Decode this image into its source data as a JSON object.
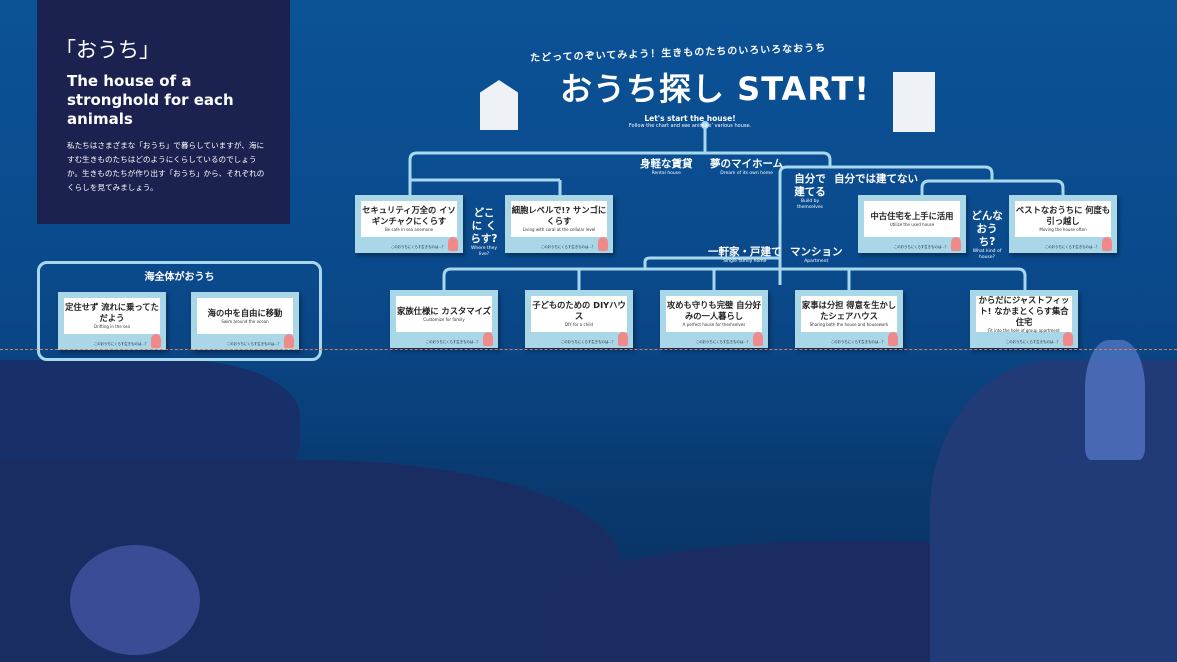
{
  "intro": {
    "jp_title": "「おうち」",
    "en_title": "The house of a stronghold for each animals",
    "body": "私たちはさまざまな「おうち」で暮らしていますが、海にすむ生きものたちはどのようにくらしているのでしょうか。生きものたちが作り出す「おうち」から、それぞれのくらしを見てみましょう。"
  },
  "header": {
    "arc_text": "たどってのぞいてみよう！生きものたちのいろいろなおうち",
    "title": "おうち探し START!",
    "subtitle": "Let's start the house!",
    "subtitle2": "Follow the chart and see animals’ various house."
  },
  "labels": {
    "rental": {
      "jp": "身軽な賃貸",
      "en": "Rental house"
    },
    "dream": {
      "jp": "夢のマイホーム",
      "en": "Dream of its own home"
    },
    "where": {
      "jp": "どこに くらす?",
      "en": "Where they live?"
    },
    "build": {
      "jp": "自分で 建てる",
      "en": "Build by themselves"
    },
    "nobuild": {
      "jp": "自分では建てない"
    },
    "whatkind": {
      "jp": "どんな おうち?",
      "en": "What kind of house?"
    },
    "single": {
      "jp": "一軒家・戸建て",
      "en": "Single family home"
    },
    "apartment": {
      "jp": "マンション",
      "en": "Apartment"
    },
    "sea": {
      "jp": "海全体がおうち"
    }
  },
  "card_footer": "このおうちにくらす生きものは…？",
  "cards": [
    {
      "jp": "セキュリティ万全の イソギンチャクにくらす",
      "en": "Be safe in sea anemone"
    },
    {
      "jp": "細胞レベルで!? サンゴにくらす",
      "en": "Living with coral at the cellular level"
    },
    {
      "jp": "中古住宅を上手に活用",
      "en": "Utilize the used house"
    },
    {
      "jp": "ベストなおうちに 何度も引っ越し",
      "en": "Moving the house often"
    },
    {
      "jp": "家族仕様に カスタマイズ",
      "en": "Customize for family"
    },
    {
      "jp": "子どものための DIYハウス",
      "en": "DIY for a child"
    },
    {
      "jp": "攻めも守りも完璧 自分好みの一人暮らし",
      "en": "A perfect house for themselves"
    },
    {
      "jp": "家事は分担 得意を生かしたシェアハウス",
      "en": "Sharing both the house and housework"
    },
    {
      "jp": "からだにジャストフィット! なかまとくらす集合住宅",
      "en": "Fit into the hole of group apartment"
    },
    {
      "jp": "定住せず 流れに乗ってただよう",
      "en": "Drifting in the sea"
    },
    {
      "jp": "海の中を自由に移動",
      "en": "Swim around the ocean"
    }
  ]
}
